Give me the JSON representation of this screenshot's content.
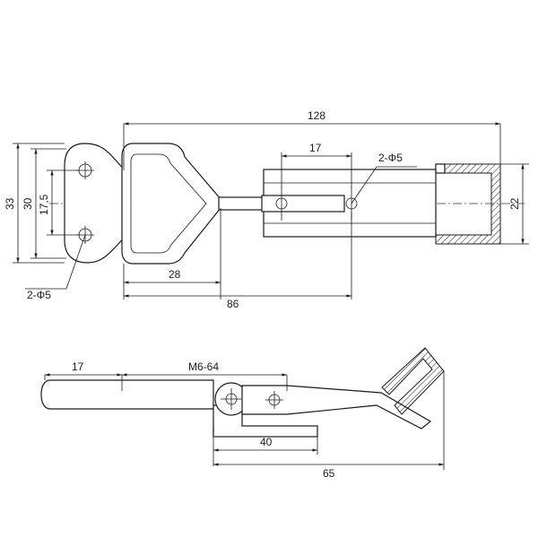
{
  "top_view": {
    "dim_length_total": "128",
    "dim_hole_spacing_right": "17",
    "label_holes_right": "2-Φ5",
    "dim_height_overall": "33",
    "dim_height_base": "30",
    "dim_hole_spacing_left": "17,5",
    "label_holes_left": "2-Φ5",
    "dim_handle_length": "28",
    "dim_to_hole": "86",
    "dim_hook_height": "22"
  },
  "side_view": {
    "dim_handle_tip": "17",
    "label_thread": "M6-64",
    "dim_base_length": "40",
    "dim_total_depth": "65"
  }
}
